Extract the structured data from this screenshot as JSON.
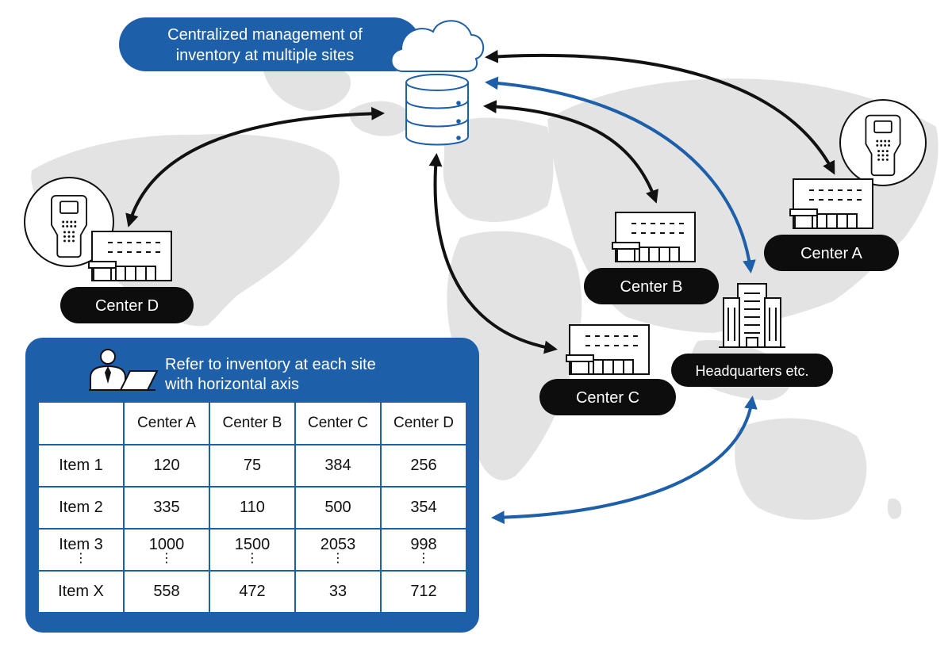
{
  "cloud_label": {
    "line1": "Centralized management of",
    "line2": "inventory at multiple sites"
  },
  "sites": {
    "center_a": "Center A",
    "center_b": "Center B",
    "center_c": "Center C",
    "center_d": "Center D",
    "headquarters": "Headquarters etc."
  },
  "panel": {
    "title_line1": "Refer to inventory at each site",
    "title_line2": "with horizontal axis"
  },
  "table": {
    "columns": [
      "Center A",
      "Center B",
      "Center C",
      "Center D"
    ],
    "rows": [
      {
        "label": "Item 1",
        "values": [
          "120",
          "75",
          "384",
          "256"
        ],
        "continued": false
      },
      {
        "label": "Item 2",
        "values": [
          "335",
          "110",
          "500",
          "354"
        ],
        "continued": false
      },
      {
        "label": "Item 3",
        "values": [
          "1000",
          "1500",
          "2053",
          "998"
        ],
        "continued": true
      },
      {
        "label": "Item X",
        "values": [
          "558",
          "472",
          "33",
          "712"
        ],
        "continued": false
      }
    ],
    "ellipsis": "⋮"
  },
  "colors": {
    "accent_blue": "#1d5fa8",
    "arrow_black": "#111111",
    "map_gray": "#e3e3e3",
    "pill_black": "#0d0d0d"
  },
  "icons": [
    "cloud-icon",
    "database-icon",
    "handheld-scanner-icon",
    "warehouse-icon",
    "office-building-icon",
    "person-laptop-icon"
  ]
}
